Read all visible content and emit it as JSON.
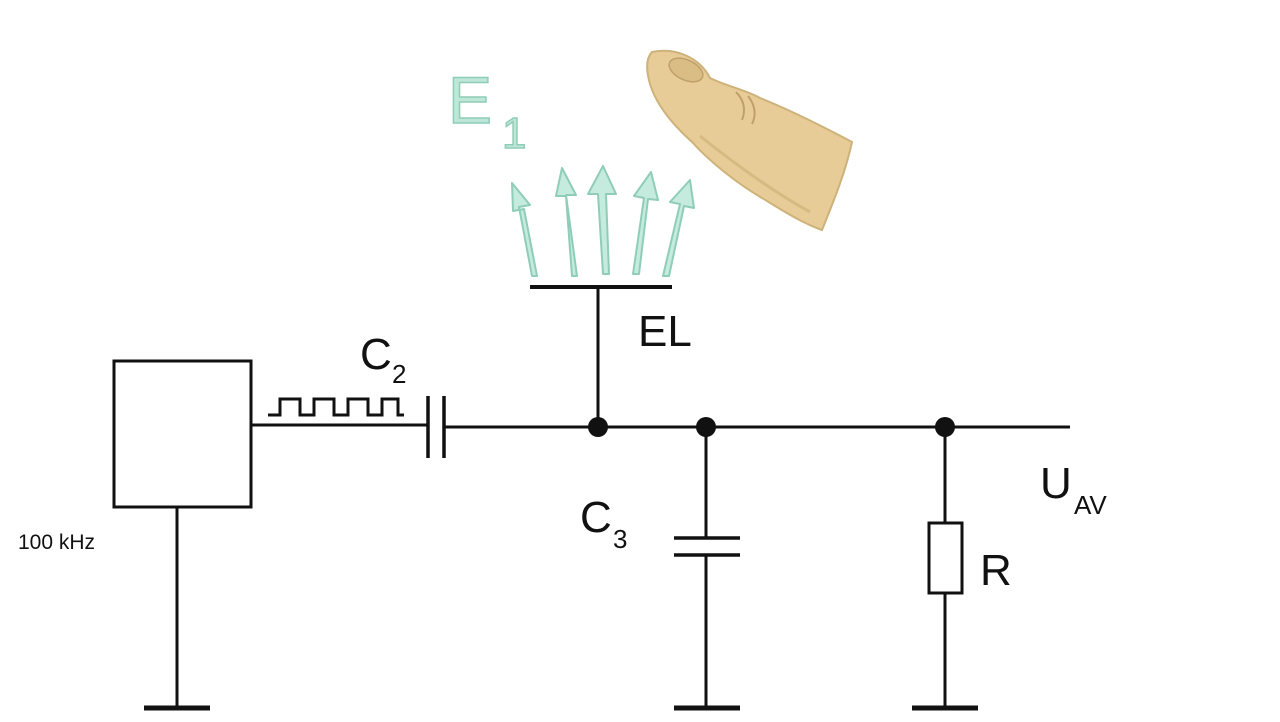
{
  "labels": {
    "field_main": "E",
    "field_sub": "1",
    "electrode": "EL",
    "c2_main": "C",
    "c2_sub": "2",
    "c3_main": "C",
    "c3_sub": "3",
    "output_main": "U",
    "output_sub": "AV",
    "resistor": "R",
    "oscillator_freq": "100 kHz"
  },
  "colors": {
    "wire": "#111111",
    "field_arrows": "#c5ebde",
    "field_arrow_outline": "#8fcdb8",
    "finger_skin": "#e8cc97",
    "finger_shade": "#cdb27a"
  },
  "icons": {
    "finger": "finger-icon",
    "square_wave": "square-wave-icon"
  }
}
